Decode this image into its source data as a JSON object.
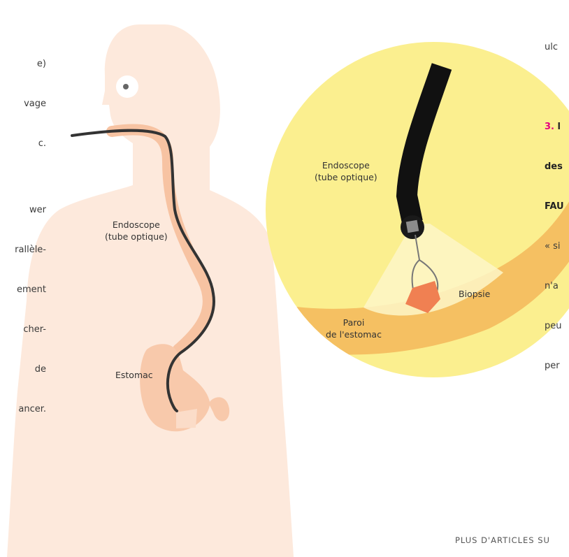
{
  "left_text": [
    "e)",
    "vage",
    "c.",
    "",
    "wer",
    "rallèle-",
    "ement",
    "cher-",
    "de",
    "ancer."
  ],
  "right_text": {
    "line0": "ulc",
    "heading_num": "3.",
    "heading_rest": " l",
    "line2": "des",
    "line3": "FAU",
    "line4": "« si",
    "line5": "n'a",
    "line6": "peu",
    "line7": "per"
  },
  "labels": {
    "endoscope_body": "Endoscope\n(tube optique)",
    "stomach": "Estomac",
    "endoscope_zoom": "Endoscope\n(tube optique)",
    "biopsy": "Biopsie",
    "stomach_wall": "Paroi\nde l'estomac"
  },
  "footer": "PLUS D'ARTICLES SU",
  "colors": {
    "skin": "#fde9dc",
    "esophagus": "#f7c3a2",
    "tube": "#1a1a1a",
    "zoom_bg": "#fbef8f",
    "wall": "#f5c062",
    "biopsy": "#f08052",
    "accent": "#e5007e"
  }
}
